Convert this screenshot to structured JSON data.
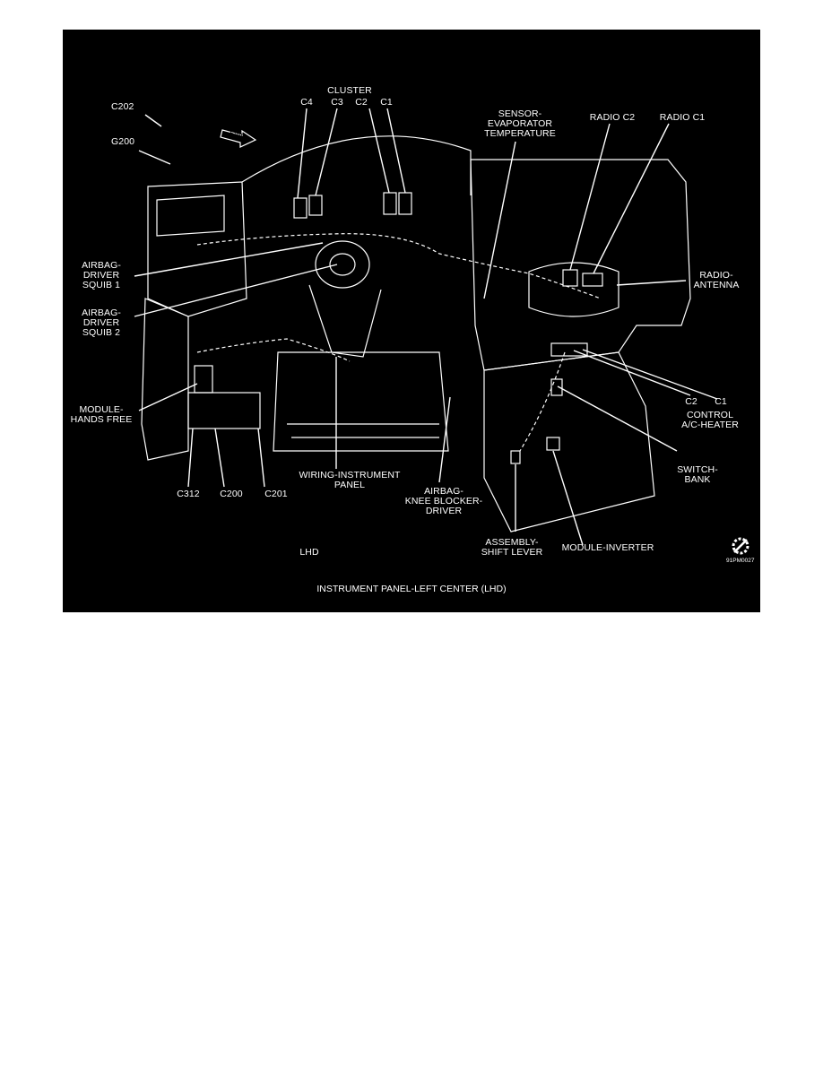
{
  "figure": {
    "caption": "INSTRUMENT PANEL-LEFT CENTER  (LHD)",
    "variant": "LHD",
    "figure_code": "91PM0027",
    "direction_tag": "FWD",
    "colors": {
      "background": "#000000",
      "lines": "#ffffff",
      "page": "#ffffff"
    }
  },
  "labels": {
    "c202": "C202",
    "g200": "G200",
    "cluster": "CLUSTER",
    "cluster_c4": "C4",
    "cluster_c3": "C3",
    "cluster_c2": "C2",
    "cluster_c1": "C1",
    "sensor_evap": "SENSOR-\nEVAPORATOR\nTEMPERATURE",
    "radio_c2": "RADIO C2",
    "radio_c1": "RADIO C1",
    "radio_antenna": "RADIO-\nANTENNA",
    "airbag_squib1": "AIRBAG-\nDRIVER\nSQUIB 1",
    "airbag_squib2": "AIRBAG-\nDRIVER\nSQUIB 2",
    "module_hands_free": "MODULE-\nHANDS FREE",
    "control_c2": "C2",
    "control_c1": "C1",
    "control_ac_heater": "CONTROL\nA/C-HEATER",
    "switch_bank": "SWITCH-\nBANK",
    "c312": "C312",
    "c200": "C200",
    "c201": "C201",
    "wiring_ip": "WIRING-INSTRUMENT\nPANEL",
    "airbag_knee": "AIRBAG-\nKNEE BLOCKER-\nDRIVER",
    "shift_lever": "ASSEMBLY-\nSHIFT LEVER",
    "module_inverter": "MODULE-INVERTER"
  }
}
